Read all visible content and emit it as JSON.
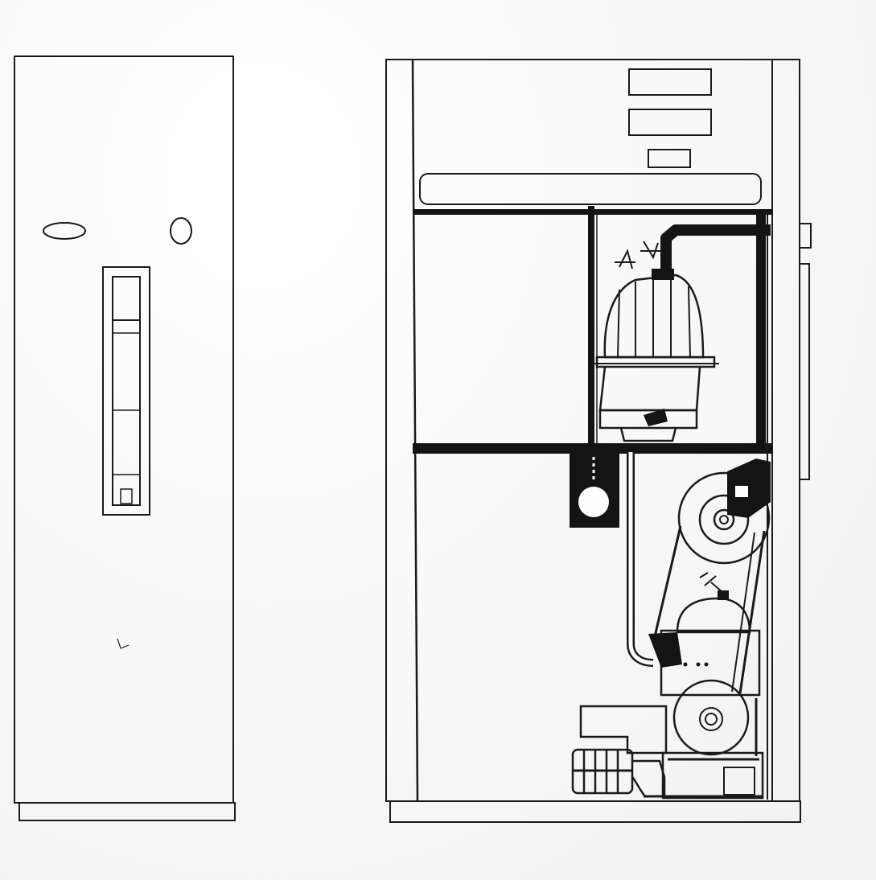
{
  "figure": {
    "views": [
      {
        "id": "front-view",
        "kind": "cabinet-exterior"
      },
      {
        "id": "side-view",
        "kind": "cabinet-interior-cutaway"
      }
    ],
    "colors": {
      "line": "#1a1a1a",
      "fill_dark": "#141414",
      "paper": "#fdfdfd"
    }
  }
}
